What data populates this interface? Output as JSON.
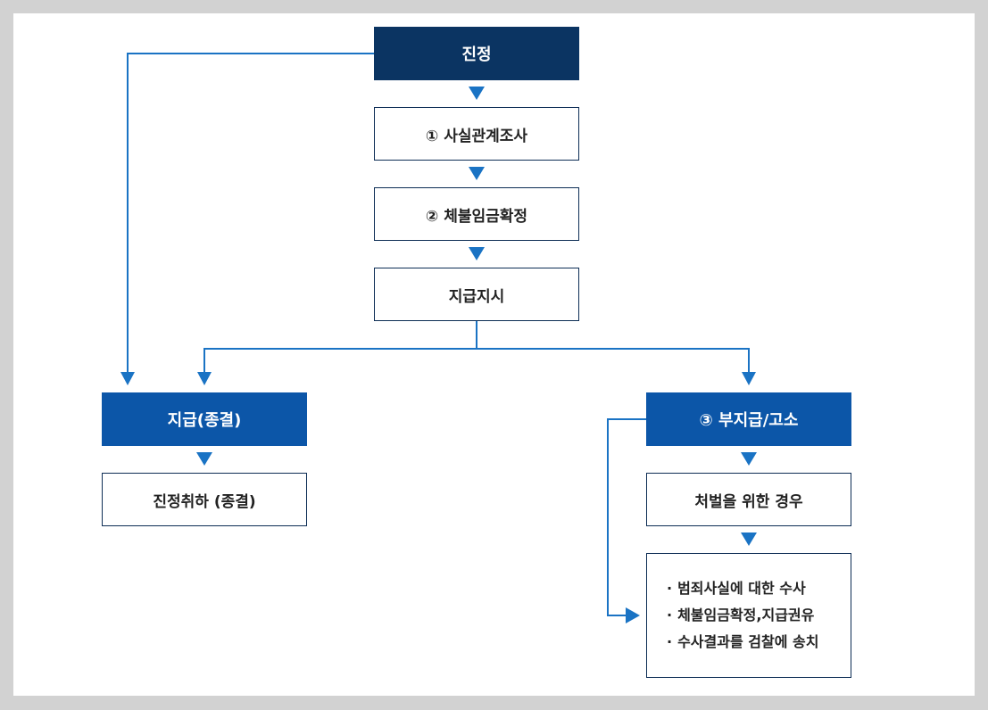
{
  "colors": {
    "navy": "#0b3462",
    "blue": "#0c56a8",
    "arrow": "#1a73c4"
  },
  "nodes": {
    "petition": "진정",
    "fact_check": "① 사실관계조사",
    "wage_confirm": "② 체불임금확정",
    "payment_order": "지급지시",
    "paid": "지급(종결)",
    "withdrawal": "진정취하 (종결)",
    "nonpayment": "③ 부지급/고소",
    "punishment": "처벌을 위한 경우",
    "actions": [
      "범죄사실에 대한 수사",
      "체불임금확정,지급권유",
      "수사결과를 검찰에 송치"
    ]
  }
}
